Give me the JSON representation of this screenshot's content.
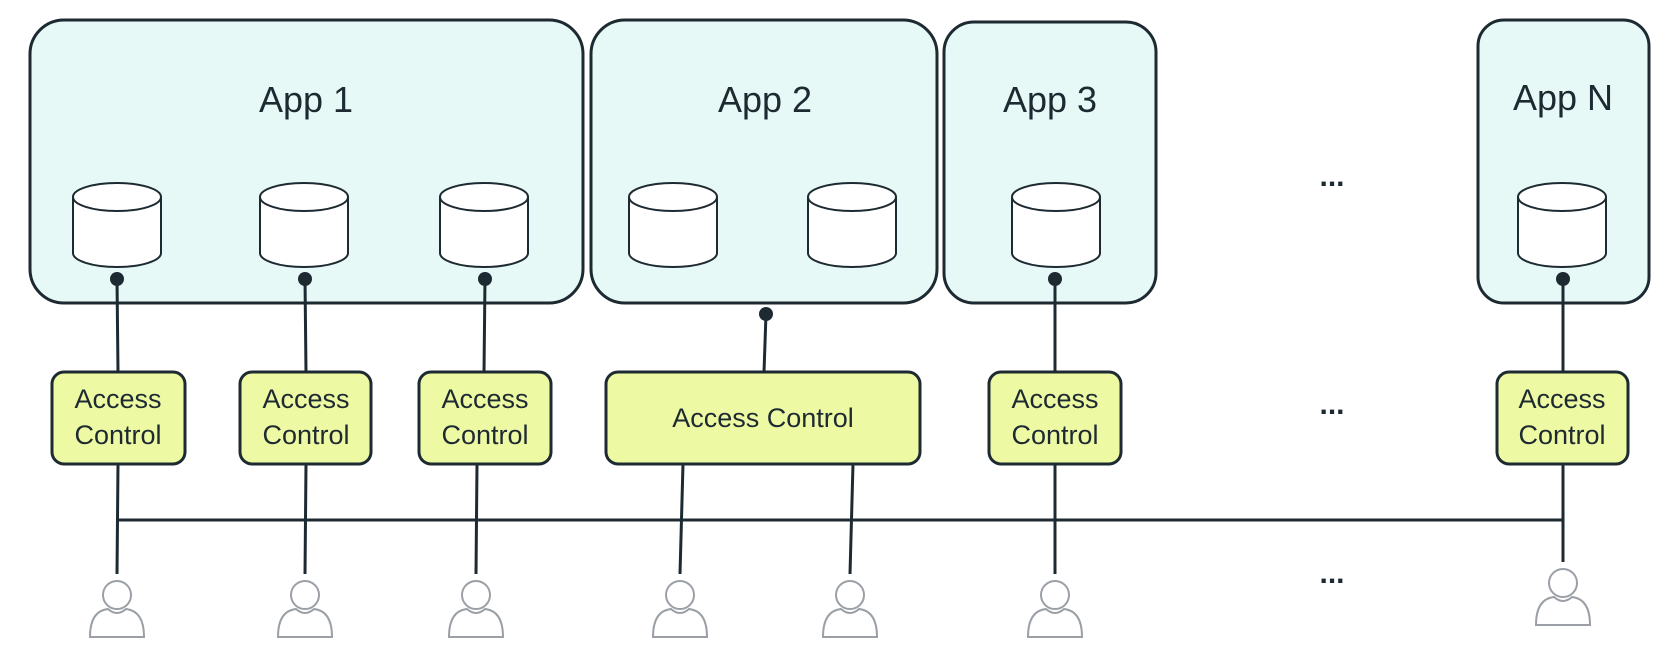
{
  "apps": [
    {
      "label": "App 1"
    },
    {
      "label": "App 2"
    },
    {
      "label": "App 3"
    },
    {
      "label": "App N"
    }
  ],
  "access_control": {
    "line1": "Access",
    "line2": "Control",
    "single": "Access Control"
  },
  "ellipsis": "...",
  "colors": {
    "app_fill": "#e6f9f6",
    "access_control_fill": "#eef9a3",
    "stroke": "#1e2a32",
    "user_stroke": "#9aa0a6"
  }
}
